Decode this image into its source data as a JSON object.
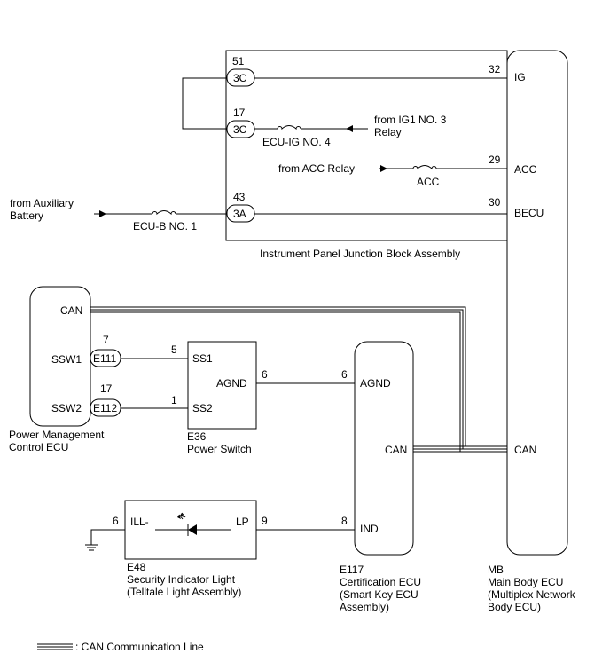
{
  "instrument_panel_jb": {
    "label": "Instrument Panel Junction Block Assembly",
    "pin_51": "51",
    "conn_3c_a": "3C",
    "pin_17": "17",
    "conn_3c_b": "3C",
    "pin_43": "43",
    "conn_3a": "3A",
    "fuse_ecu_ig": "ECU-IG NO. 4",
    "fuse_acc": "ACC",
    "fuse_ecu_b": "ECU-B NO. 1",
    "from_ig1_line1": "from IG1 NO. 3",
    "from_ig1_line2": "Relay",
    "from_acc": "from ACC Relay",
    "pin_32": "32",
    "pin_29": "29",
    "pin_30": "30"
  },
  "aux_battery": {
    "line1": "from Auxiliary",
    "line2": "Battery"
  },
  "main_body_ecu": {
    "code": "MB",
    "line1": "Main Body ECU",
    "line2": "(Multiplex Network",
    "line3": "Body ECU)",
    "term_ig": "IG",
    "term_acc": "ACC",
    "term_becu": "BECU",
    "term_can": "CAN"
  },
  "power_mgmt_ecu": {
    "line1": "Power Management",
    "line2": "Control ECU",
    "term_can": "CAN",
    "term_ssw1": "SSW1",
    "term_ssw2": "SSW2",
    "pin_7": "7",
    "conn_e111": "E111",
    "pin_17": "17",
    "conn_e112": "E112"
  },
  "power_switch": {
    "code": "E36",
    "label": "Power Switch",
    "term_ss1": "SS1",
    "term_ss2": "SS2",
    "term_agnd": "AGND",
    "pin_5": "5",
    "pin_1": "1",
    "pin_6": "6"
  },
  "certification_ecu": {
    "code": "E117",
    "line1": "Certification ECU",
    "line2": "(Smart Key ECU",
    "line3": "Assembly)",
    "term_agnd": "AGND",
    "term_can": "CAN",
    "term_ind": "IND",
    "pin_6": "6",
    "pin_8": "8"
  },
  "security_light": {
    "code": "E48",
    "line1": "Security Indicator Light",
    "line2": "(Telltale Light Assembly)",
    "term_ill": "ILL-",
    "term_lp": "LP",
    "pin_6": "6",
    "pin_9": "9"
  },
  "legend": {
    "can_line": ": CAN Communication Line"
  }
}
